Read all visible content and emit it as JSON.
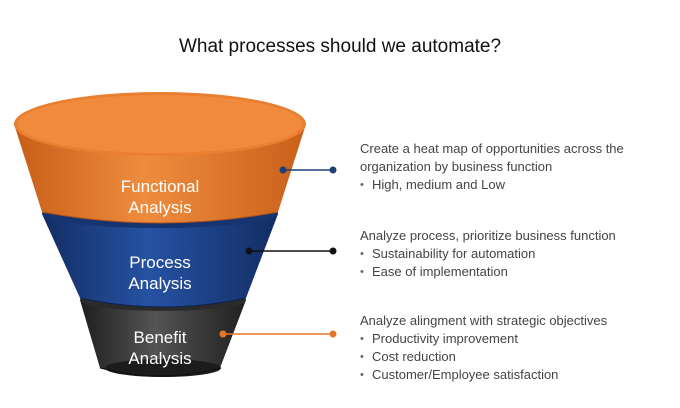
{
  "title": "What processes should we automate?",
  "stages": [
    {
      "label_line1": "Functional",
      "label_line2": "Analysis",
      "color": "#e5772a",
      "connector_color": "#1f3e7a",
      "heading": "Create a heat map of opportunities across the organization by business function",
      "bullets": [
        "High, medium and Low"
      ]
    },
    {
      "label_line1": "Process",
      "label_line2": "Analysis",
      "color": "#1d3f85",
      "connector_color": "#111111",
      "heading": "Analyze process, prioritize business function",
      "bullets": [
        "Sustainability for automation",
        "Ease of implementation"
      ]
    },
    {
      "label_line1": "Benefit",
      "label_line2": "Analysis",
      "color": "#3a3a3a",
      "connector_color": "#e5772a",
      "heading": "Analyze alingment with strategic objectives",
      "bullets": [
        "Productivity improvement",
        "Cost reduction",
        "Customer/Employee satisfaction"
      ]
    }
  ]
}
